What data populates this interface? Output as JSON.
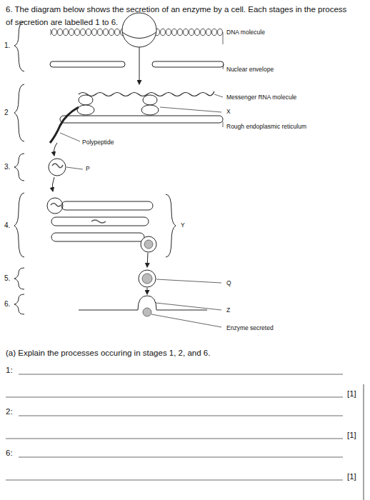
{
  "diagram": {
    "title": "6. The diagram below shows the secretion of an enzyme by a cell. Each stages in the process of secretion are labelled 1 to 6.",
    "labels": [
      "1.",
      "DNA molecule",
      "Nuclear envelope",
      "Messenger RNA molecule",
      "2",
      "X",
      "Rough endoplasmic reticulum",
      "Polypeptide",
      "3.",
      "P",
      "4.",
      "Y",
      "5.",
      "Q",
      "6.",
      "Z",
      "Enzyme secreted",
      "(a) Explain the processes occuring in stages 1, 2, and 6.",
      "1:",
      "[1]",
      "2:",
      "[1]",
      "6:",
      "[1]"
    ]
  }
}
